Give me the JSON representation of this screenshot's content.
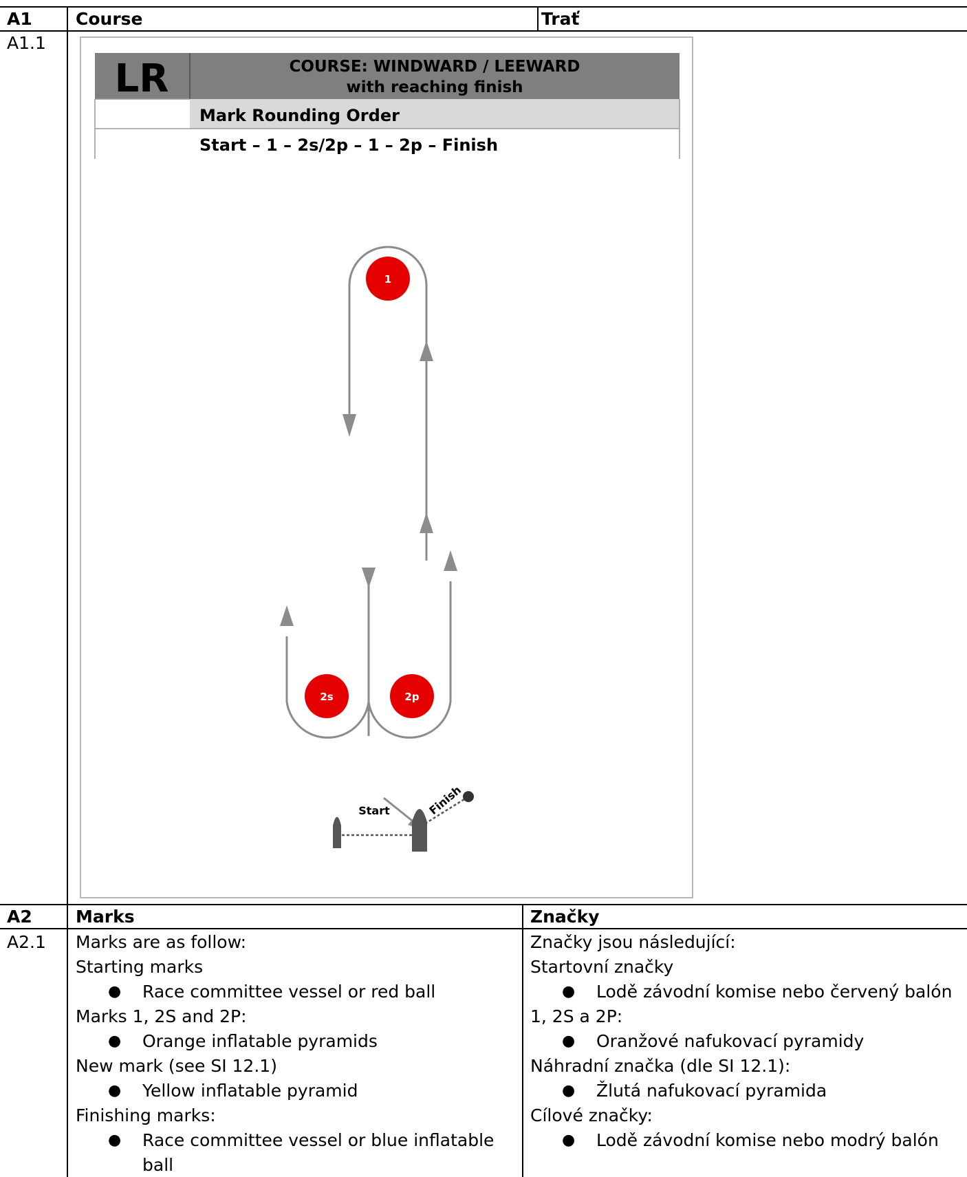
{
  "a1": {
    "num": "A1",
    "title_en": "Course",
    "title_cz": "Trať",
    "sub_num": "A1.1"
  },
  "diagram": {
    "code": "LR",
    "course_line1": "COURSE: WINDWARD / LEEWARD",
    "course_line2": "with reaching finish",
    "order_title": "Mark Rounding Order",
    "order_value": "Start – 1 – 2s/2p – 1 – 2p – Finish",
    "mark1": "1",
    "mark2s": "2s",
    "mark2p": "2p",
    "start_label": "Start",
    "finish_label": "Finish",
    "colors": {
      "mark": "#e50000",
      "header": "#7f7f7f",
      "subheader": "#d9d9d9",
      "arrow": "#8c8c8c"
    }
  },
  "a2": {
    "num": "A2",
    "title_en": "Marks",
    "title_cz": "Značky",
    "sub_num": "A2.1",
    "en": {
      "intro": "Marks are as follow:",
      "starting": "Starting marks",
      "starting_b": "Race committee vessel or red ball",
      "marks": "Marks 1, 2S and 2P:",
      "marks_b": "Orange inflatable pyramids",
      "new": "New mark (see SI 12.1)",
      "new_b": "Yellow inflatable pyramid",
      "finishing": "Finishing marks:",
      "finishing_b1": "Race committee vessel or blue inflatable",
      "finishing_b2": "ball"
    },
    "cz": {
      "intro": "Značky jsou následující:",
      "starting": "Startovní značky",
      "starting_b": "Lodě závodní komise nebo červený balón",
      "marks": "1, 2S a 2P:",
      "marks_b": "Oranžové nafukovací pyramidy",
      "new": "Náhradní značka (dle SI 12.1):",
      "new_b": "Žlutá nafukovací pyramida",
      "finishing": "Cílové značky:",
      "finishing_b": "Lodě závodní komise nebo modrý balón"
    }
  }
}
